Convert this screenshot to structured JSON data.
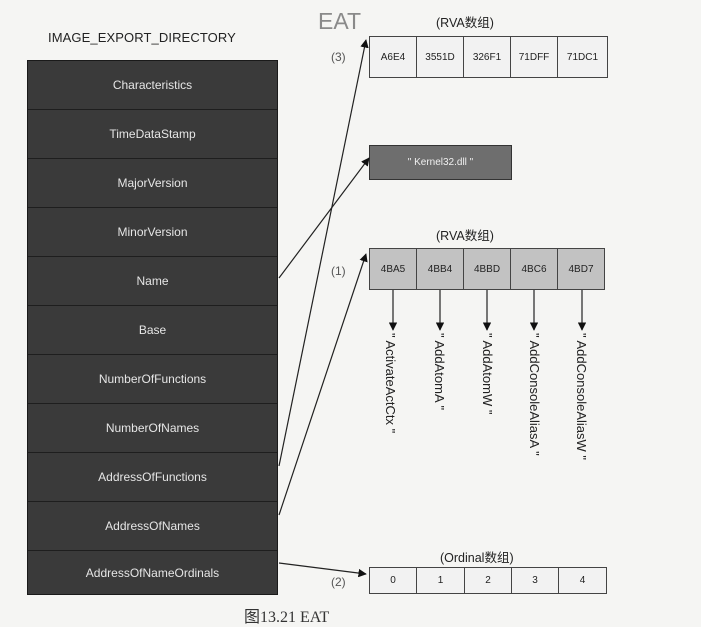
{
  "eat_title": "EAT",
  "directory": {
    "title": "IMAGE_EXPORT_DIRECTORY",
    "fields": [
      "Characteristics",
      "TimeDataStamp",
      "MajorVersion",
      "MinorVersion",
      "Name",
      "Base",
      "NumberOfFunctions",
      "NumberOfNames",
      "AddressOfFunctions",
      "AddressOfNames",
      "AddressOfNameOrdinals"
    ]
  },
  "functions_array": {
    "marker": "(3)",
    "header": "(RVA数组)",
    "cells": [
      "A6E4",
      "3551D",
      "326F1",
      "71DFF",
      "71DC1"
    ]
  },
  "dll_name": {
    "text": "\" Kernel32.dll \""
  },
  "names_array": {
    "marker": "(1)",
    "header": "(RVA数组)",
    "cells": [
      "4BA5",
      "4BB4",
      "4BBD",
      "4BC6",
      "4BD7"
    ],
    "strings": [
      "\" ActivateActCtx \"",
      "\" AddAtomA \"",
      "\" AddAtomW \"",
      "\" AddConsoleAliasA \"",
      "\" AddConsoleAliasW \""
    ]
  },
  "ordinals_array": {
    "marker": "(2)",
    "header": "(Ordinal数组)",
    "cells": [
      "0",
      "1",
      "2",
      "3",
      "4"
    ]
  },
  "caption": "图13.21   EAT"
}
